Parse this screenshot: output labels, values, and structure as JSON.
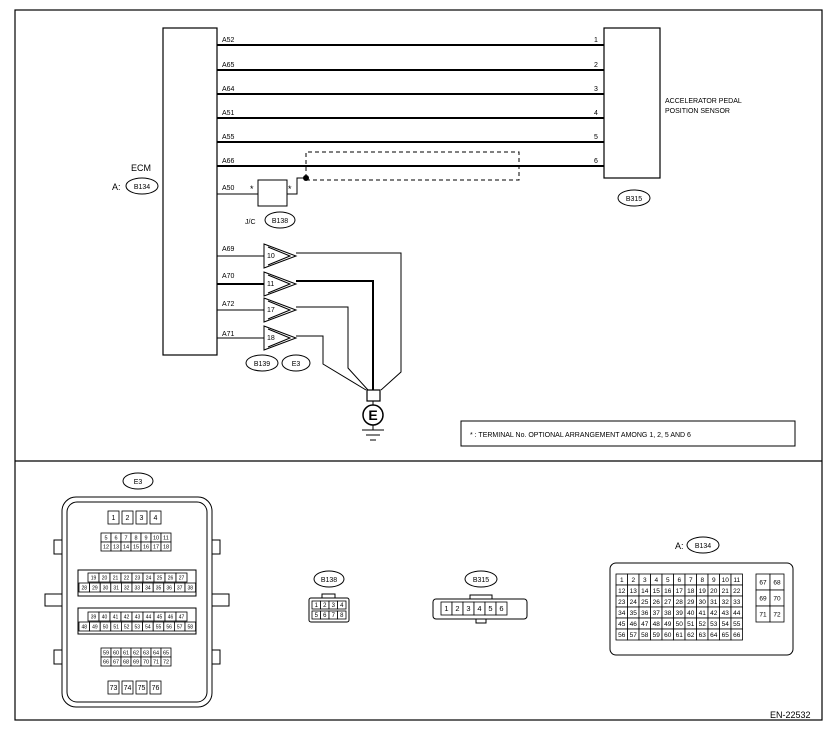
{
  "ecm": {
    "title": "ECM",
    "prefix": "A:",
    "connector": "B134",
    "pins": [
      "A52",
      "A65",
      "A64",
      "A51",
      "A55",
      "A66",
      "A50",
      "A69",
      "A70",
      "A72",
      "A71"
    ]
  },
  "sensor": {
    "name_line1": "ACCELERATOR PEDAL",
    "name_line2": "POSITION SENSOR",
    "connector": "B315",
    "pins": [
      "1",
      "2",
      "3",
      "4",
      "5",
      "6"
    ]
  },
  "jc": {
    "label": "J/C",
    "connector": "B138",
    "star": "*"
  },
  "ground": {
    "terminals": [
      "10",
      "11",
      "17",
      "18"
    ],
    "connectors": [
      "B139",
      "E3"
    ],
    "symbol": "E"
  },
  "note": "* : TERMINAL No. OPTIONAL ARRANGEMENT AMONG 1, 2, 5 AND 6",
  "connector_views": {
    "e3": {
      "label": "E3",
      "rows": [
        [
          "1",
          "2",
          "3",
          "4"
        ],
        [
          "5",
          "6",
          "7",
          "8",
          "9",
          "10",
          "11"
        ],
        [
          "12",
          "13",
          "14",
          "15",
          "16",
          "17",
          "18"
        ],
        [
          "19",
          "20",
          "21",
          "22",
          "23",
          "24",
          "25",
          "26",
          "27"
        ],
        [
          "28",
          "29",
          "30",
          "31",
          "32",
          "33",
          "34",
          "35",
          "36",
          "37",
          "38"
        ],
        [
          "39",
          "40",
          "41",
          "42",
          "43",
          "44",
          "45",
          "46",
          "47"
        ],
        [
          "48",
          "49",
          "50",
          "51",
          "52",
          "53",
          "54",
          "55",
          "56",
          "57",
          "58"
        ],
        [
          "59",
          "60",
          "61",
          "62",
          "63",
          "64",
          "65"
        ],
        [
          "66",
          "67",
          "68",
          "69",
          "70",
          "71",
          "72"
        ],
        [
          "73",
          "74",
          "75",
          "76"
        ]
      ]
    },
    "b138": {
      "label": "B138",
      "rows": [
        [
          "1",
          "2",
          "3",
          "4"
        ],
        [
          "5",
          "6",
          "7",
          "8"
        ]
      ]
    },
    "b315": {
      "label": "B315",
      "rows": [
        [
          "1",
          "2",
          "3",
          "4",
          "5",
          "6"
        ]
      ]
    },
    "b134": {
      "prefix": "A:",
      "label": "B134",
      "rows": [
        [
          "1",
          "2",
          "3",
          "4",
          "5",
          "6",
          "7",
          "8",
          "9",
          "10",
          "11"
        ],
        [
          "12",
          "13",
          "14",
          "15",
          "16",
          "17",
          "18",
          "19",
          "20",
          "21",
          "22"
        ],
        [
          "23",
          "24",
          "25",
          "26",
          "27",
          "28",
          "29",
          "30",
          "31",
          "32",
          "33"
        ],
        [
          "34",
          "35",
          "36",
          "37",
          "38",
          "39",
          "40",
          "41",
          "42",
          "43",
          "44"
        ],
        [
          "45",
          "46",
          "47",
          "48",
          "49",
          "50",
          "51",
          "52",
          "53",
          "54",
          "55"
        ],
        [
          "56",
          "57",
          "58",
          "59",
          "60",
          "61",
          "62",
          "63",
          "64",
          "65",
          "66"
        ]
      ],
      "side_rows": [
        [
          "67",
          "68"
        ],
        [
          "69",
          "70"
        ],
        [
          "71",
          "72"
        ]
      ]
    }
  },
  "figure_code": "EN-22532"
}
